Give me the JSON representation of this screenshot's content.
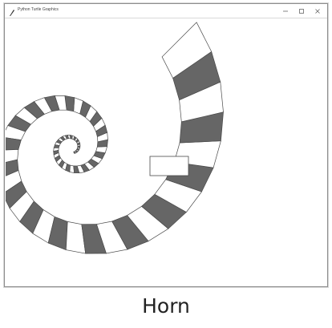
{
  "window": {
    "title": "Python Turtle Graphics",
    "app_icon": "feather-icon",
    "controls": [
      "minimize-icon",
      "maximize-icon",
      "close-icon"
    ]
  },
  "drawing": {
    "shape": "horn spiral of alternating shaded and white quadrilaterals",
    "fill_dark": "#666666",
    "fill_light": "#ffffff",
    "stroke": "#4a4a4a"
  },
  "caption": "Horn"
}
